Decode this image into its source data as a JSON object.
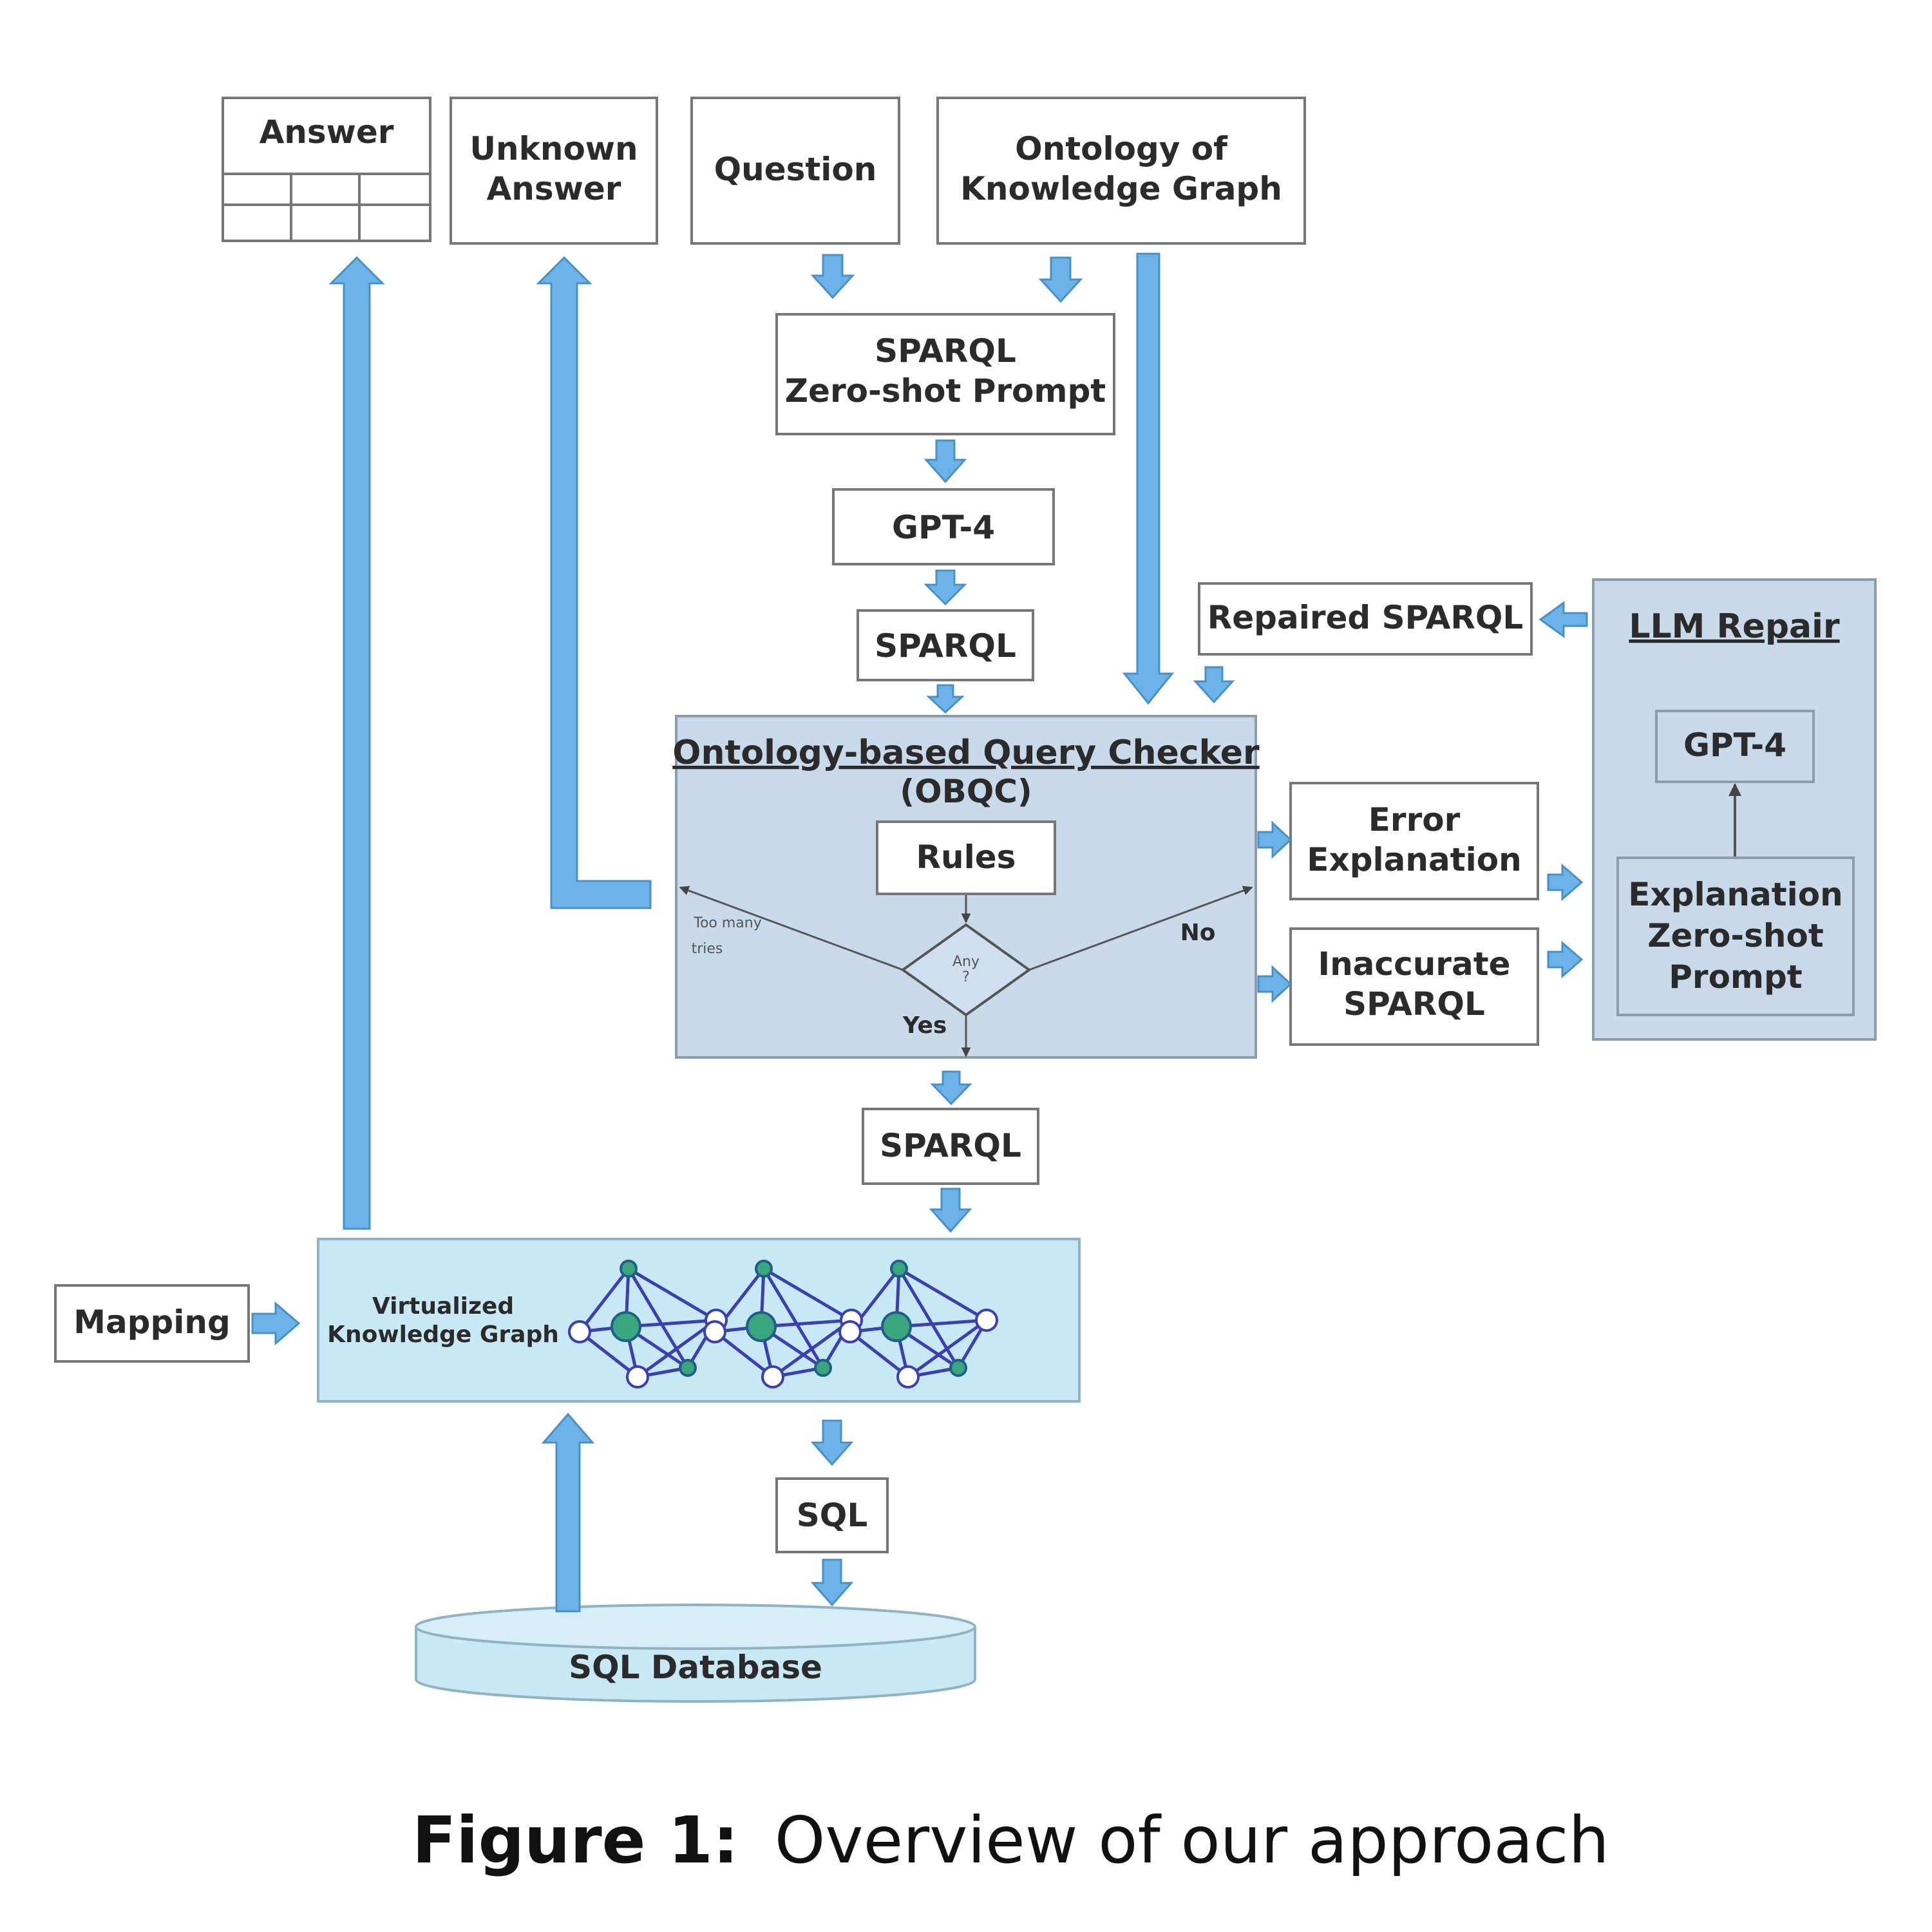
{
  "nodes": {
    "answer": "Answer",
    "unknown_answer_1": "Unknown",
    "unknown_answer_2": "Answer",
    "question": "Question",
    "ontology_1": "Ontology of",
    "ontology_2": "Knowledge Graph",
    "zero_shot_1": "SPARQL",
    "zero_shot_2": "Zero-shot Prompt",
    "gpt4_top": "GPT-4",
    "sparql_top": "SPARQL",
    "repaired_sparql": "Repaired SPARQL",
    "llm_repair_title": "LLM Repair",
    "gpt4_repair": "GPT-4",
    "explanation_1": "Explanation",
    "explanation_2": "Zero-shot",
    "explanation_3": "Prompt",
    "obqc_title_1": "Ontology-based Query Checker",
    "obqc_title_2": "(OBQC)",
    "rules": "Rules",
    "decision_1": "Any",
    "decision_2": "?",
    "yes": "Yes",
    "no": "No",
    "left_branch_1": "Too many",
    "left_branch_2": "tries",
    "error_explanation_1": "Error",
    "error_explanation_2": "Explanation",
    "inaccurate_1": "Inaccurate",
    "inaccurate_2": "SPARQL",
    "sparql_bottom": "SPARQL",
    "mapping": "Mapping",
    "vkg_1": "Virtualized",
    "vkg_2": "Knowledge Graph",
    "sql": "SQL",
    "sql_database": "SQL Database"
  },
  "caption": {
    "label": "Figure 1:",
    "text": "Overview of our approach"
  },
  "colors": {
    "arrow_fill": "#6bb3e6",
    "panel_fill": "#c8d9ea",
    "vkg_fill": "#c9e8f5",
    "graph_node_filled": "#3aa57e",
    "graph_edge": "#3b3fb0"
  }
}
